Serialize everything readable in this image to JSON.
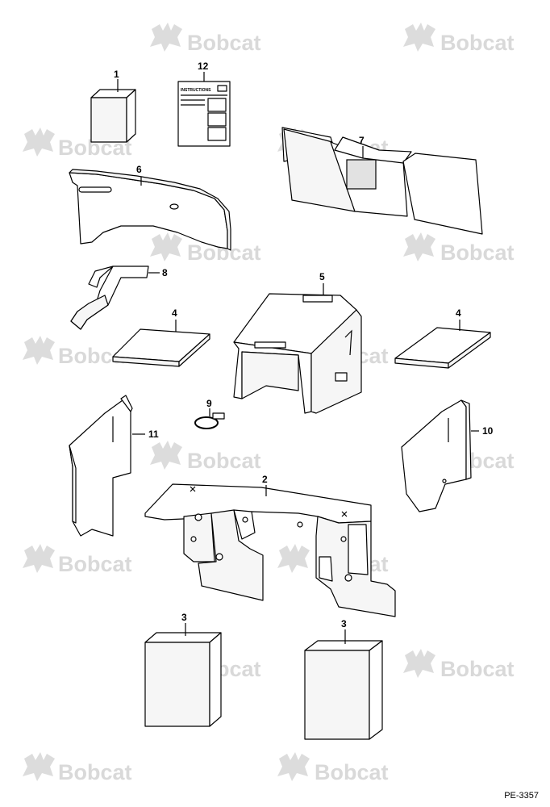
{
  "watermark": {
    "text": "Bobcat",
    "color": "#d9d9d9"
  },
  "callouts": {
    "p1": "1",
    "p2": "2",
    "p3a": "3",
    "p3b": "3",
    "p4a": "4",
    "p4b": "4",
    "p5": "5",
    "p6": "6",
    "p7": "7",
    "p8": "8",
    "p9": "9",
    "p10": "10",
    "p11": "11",
    "p12": "12"
  },
  "instructions_card": {
    "heading": "INSTRUCTIONS"
  },
  "figure_code": "PE-3357"
}
